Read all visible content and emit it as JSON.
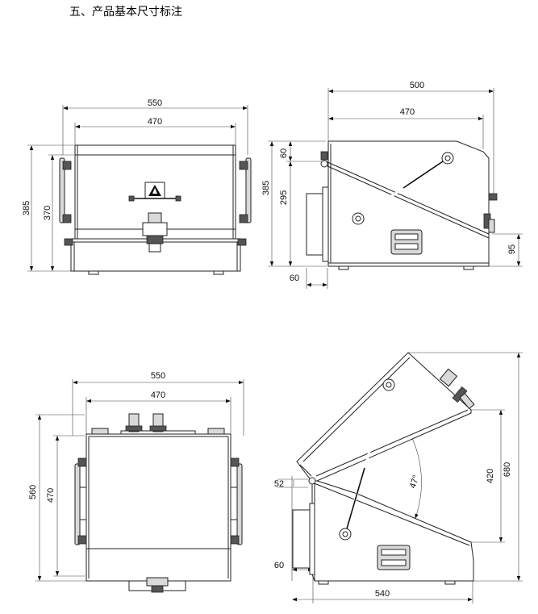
{
  "title": "五、产品基本尺寸标注",
  "views": {
    "front": {
      "dim_total_width": "550",
      "dim_inner_width": "470",
      "dim_total_height": "385",
      "dim_body_height": "370"
    },
    "side": {
      "dim_total_width": "500",
      "dim_body_width": "470",
      "dim_top_offset": "60",
      "dim_total_height": "385",
      "dim_body_height": "295",
      "dim_bottom_offset": "60",
      "dim_handle_height": "95"
    },
    "top": {
      "dim_total_width": "550",
      "dim_inner_width": "470",
      "dim_total_depth": "560",
      "dim_inner_depth": "470"
    },
    "open": {
      "dim_hinge_height": "52",
      "dim_angle": "47°",
      "dim_open_height": "420",
      "dim_total_height": "680",
      "dim_bottom_offset": "60",
      "dim_total_width": "540"
    }
  }
}
